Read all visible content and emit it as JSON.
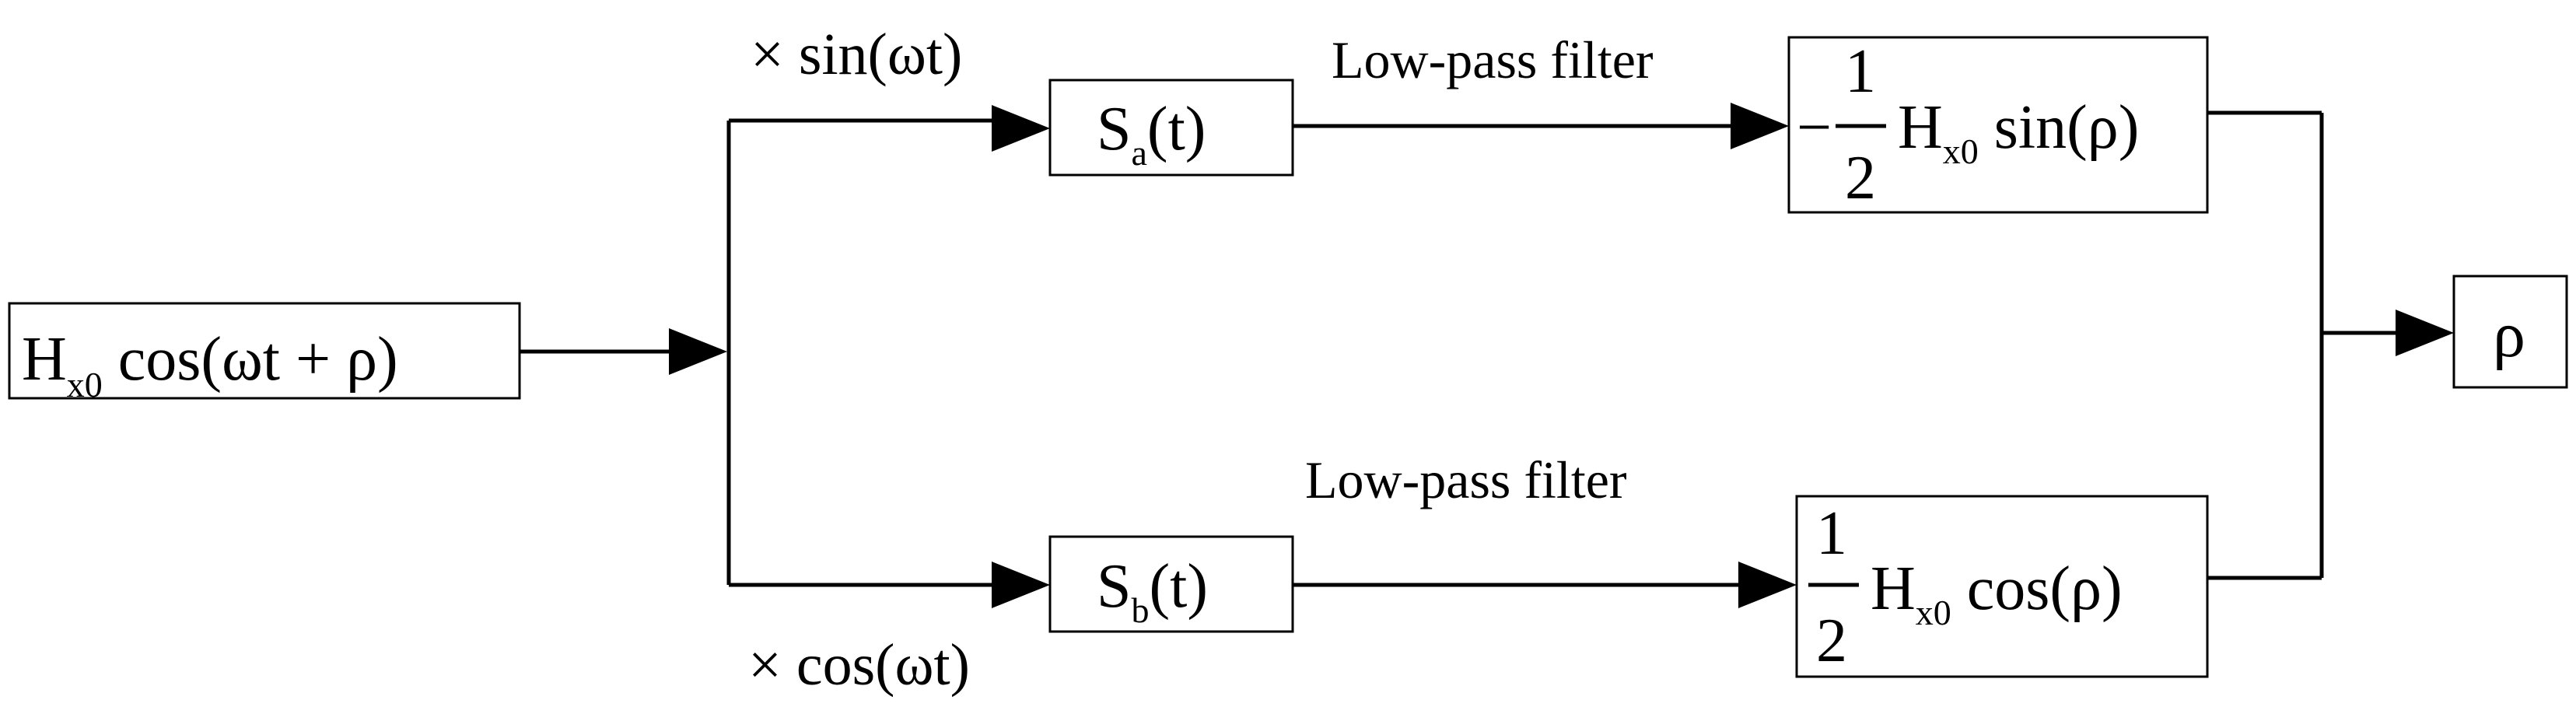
{
  "nodes": {
    "input": {
      "main": "H",
      "sub": "x0",
      "rest": " cos(ωt + ρ)"
    },
    "mixer_a": {
      "main": "S",
      "sub": "a",
      "rest": "(t)"
    },
    "mixer_b": {
      "main": "S",
      "sub": "b",
      "rest": "(t)"
    },
    "filter_out_a": {
      "sign": "−",
      "numerator": "1",
      "denominator": "2",
      "main": "H",
      "sub": "x0",
      "rest": " sin(ρ)"
    },
    "filter_out_b": {
      "numerator": "1",
      "denominator": "2",
      "main": "H",
      "sub": "x0",
      "rest": " cos(ρ)"
    },
    "output": {
      "symbol": "ρ"
    }
  },
  "labels": {
    "multiplier_sin": "× sin(ωt)",
    "multiplier_cos": "× cos(ωt)",
    "filter_top": "Low-pass filter",
    "filter_bottom": "Low-pass filter"
  }
}
